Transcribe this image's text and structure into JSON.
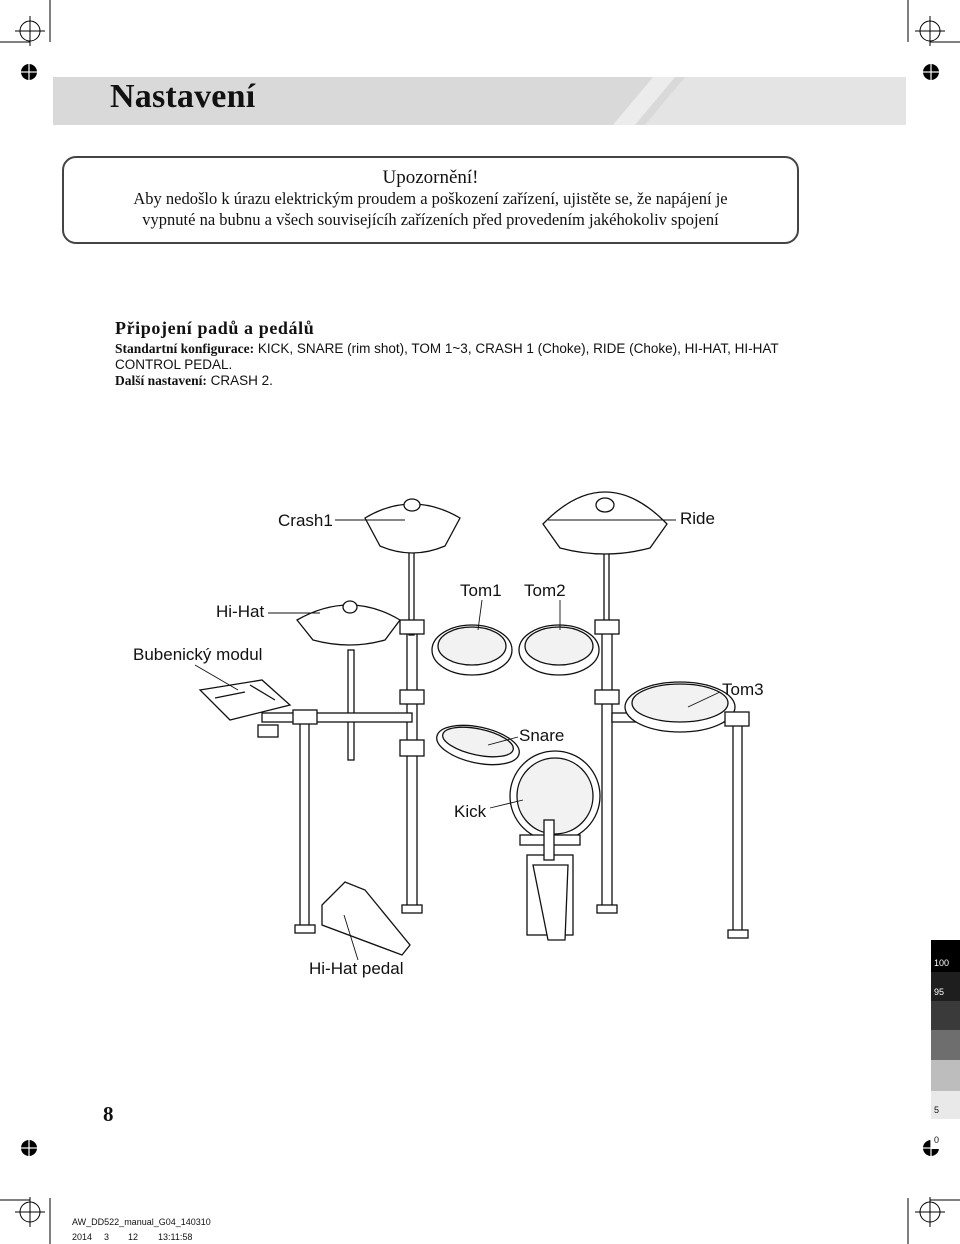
{
  "header": {
    "title": "Nastavení"
  },
  "warning": {
    "title": "Upozornění!",
    "line1": "Aby nedošlo k úrazu elektrickým proudem a poškození zařízení, ujistěte se, že napájení je",
    "line2": "vypnuté na bubnu a všech souvisejícíh zařízeních před provedením jakéhokoliv spojení"
  },
  "section": {
    "title": "Připojení padů a pedálů",
    "standard_label": "Standartní konfigurace:",
    "standard_value_1": " KICK, SNARE (rim shot), TOM 1~3, CRASH 1 (Choke), RIDE (Choke), HI-HAT, HI-HAT",
    "standard_value_2": "CONTROL PEDAL.",
    "other_label": "Další nastavení:",
    "other_value": " CRASH 2."
  },
  "diagram_labels": {
    "crash1": "Crash1",
    "ride": "Ride",
    "hihat": "Hi-Hat",
    "tom1": "Tom1",
    "tom2": "Tom2",
    "module": "Bubenický modul",
    "tom3": "Tom3",
    "snare": "Snare",
    "kick": "Kick",
    "hihat_pedal": "Hi-Hat pedal"
  },
  "page_number": "8",
  "footer": {
    "file": "AW_DD522_manual_G04_140310",
    "year": "2014",
    "month": "3",
    "day": "12",
    "time": "13:11:58"
  },
  "color_scale": [
    "100",
    "95",
    "5",
    "0"
  ]
}
